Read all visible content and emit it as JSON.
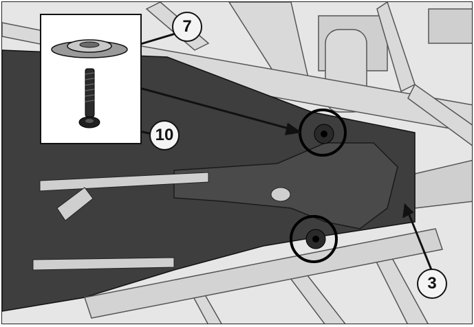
{
  "callouts": {
    "washer": "7",
    "bolt": "10",
    "skid_plate": "3"
  },
  "colors": {
    "plate": "#3e3e3e",
    "plate_highlight": "#4a4a4a",
    "frame_tube": "#d9d9d9",
    "background": "#e6e6e6",
    "outline": "#111111"
  },
  "icons": {
    "washer": "flanged-washer-icon",
    "bolt": "torx-bolt-icon"
  }
}
